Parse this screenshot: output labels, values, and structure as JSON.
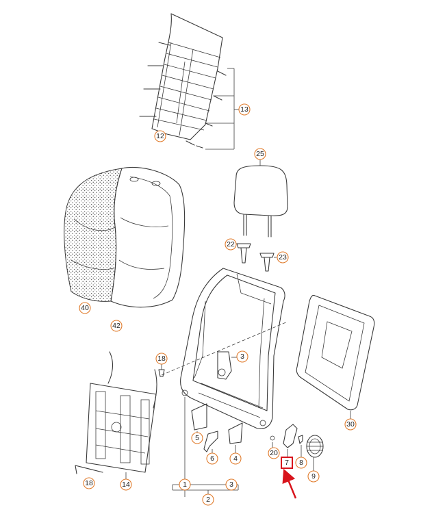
{
  "callouts": {
    "c13": "13",
    "c12": "12",
    "c25": "25",
    "c22": "22",
    "c23": "23",
    "c40": "40",
    "c42": "42",
    "c18a": "18",
    "c3": "3",
    "c30": "30",
    "c5": "5",
    "c6": "6",
    "c4": "4",
    "c20": "20",
    "c7": "7",
    "c9": "9",
    "c8": "8",
    "c18b": "18",
    "c14": "14",
    "c1": "1",
    "c2": "2",
    "c3b": "3"
  },
  "highlight": {
    "part": "7",
    "color": "#d8141c"
  },
  "colors": {
    "callout_ring": "#e07a2a",
    "line": "#3a3a3a",
    "arrow": "#d8141c"
  }
}
